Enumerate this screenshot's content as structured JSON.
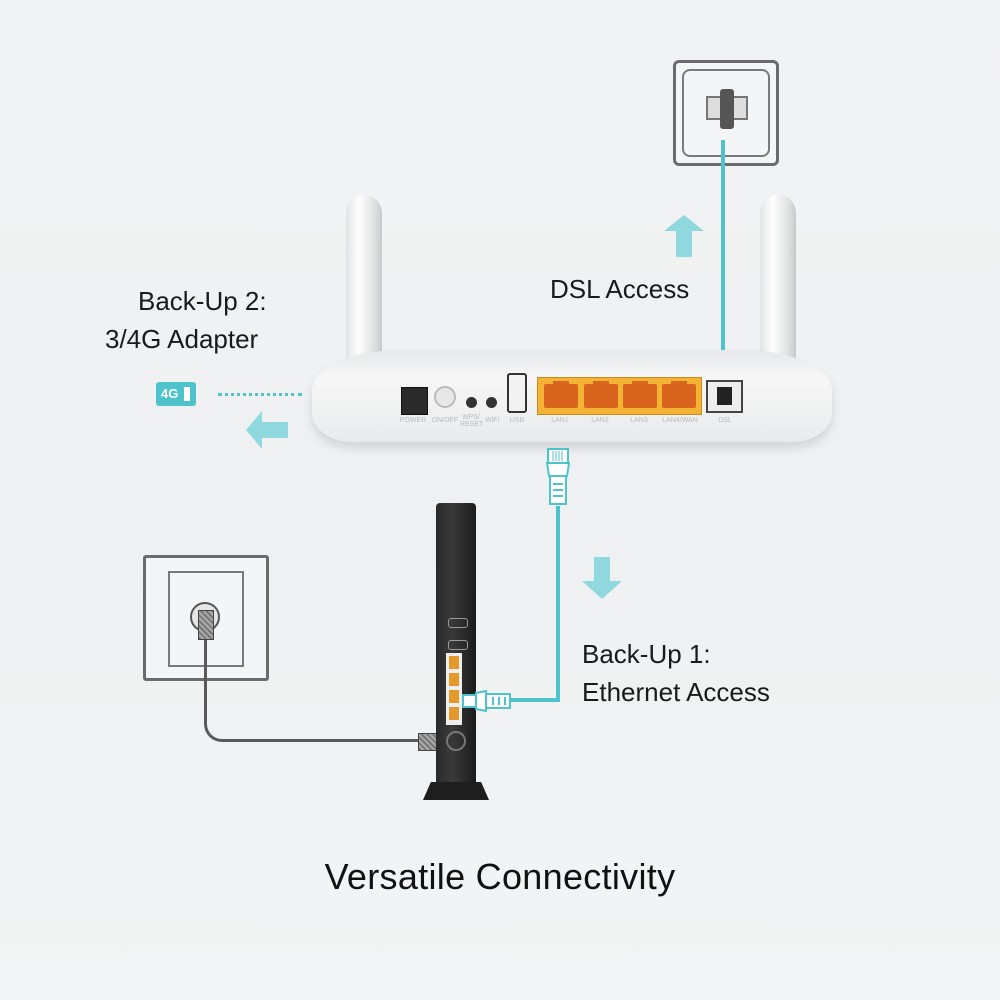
{
  "title": "Versatile Connectivity",
  "labels": {
    "backup2_line1": "Back-Up 2:",
    "backup2_line2": "3/4G Adapter",
    "dsl_access": "DSL Access",
    "backup1_line1": "Back-Up 1:",
    "backup1_line2": "Ethernet Access"
  },
  "adapter": {
    "badge_text": "4G"
  },
  "router_ports": [
    "POWER",
    "ON/OFF",
    "WPS/ RESET",
    "WiFi",
    "USB",
    "LAN1",
    "LAN2",
    "LAN3",
    "LAN4/WAN",
    "DSL"
  ],
  "colors": {
    "accent_teal": "#4fc3cb",
    "arrow_teal_light": "#8fd8de",
    "lan_port_orange": "#f5b335",
    "modem_black": "#1e1e1e",
    "background": "#f0f1f2",
    "text": "#1a1a1a"
  },
  "icons": {
    "adapter": "4g-usb-adapter-icon",
    "arrow_left": "arrow-left-icon",
    "arrow_up": "arrow-up-icon",
    "arrow_down": "arrow-down-icon",
    "phone_jack": "phone-wall-jack-icon",
    "coax_jack": "coax-wall-jack-icon"
  }
}
